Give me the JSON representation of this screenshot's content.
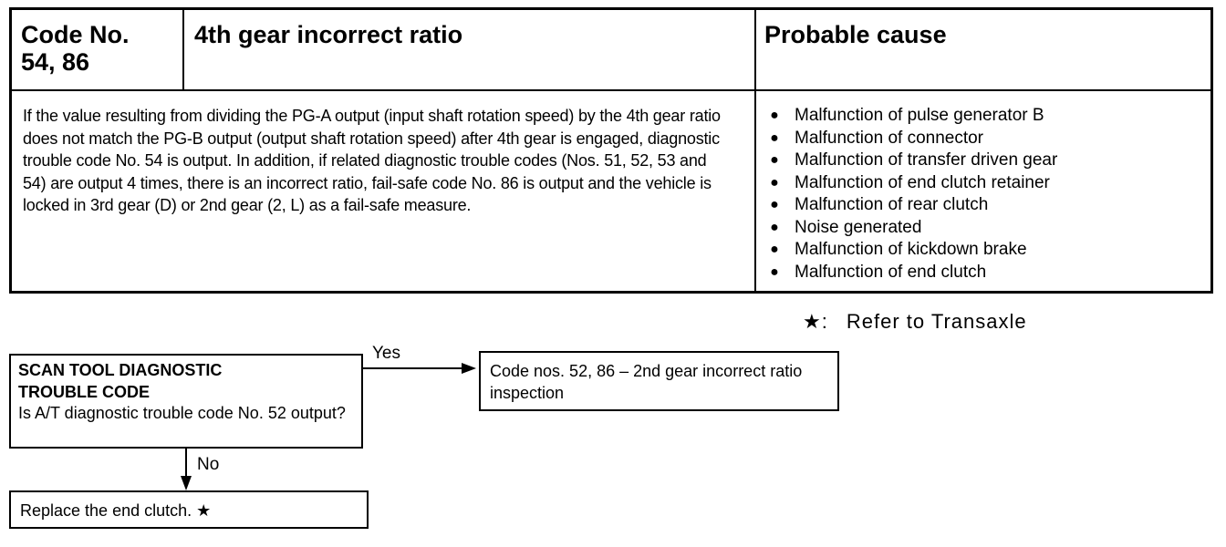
{
  "table": {
    "code_label": "Code No.",
    "code_numbers": "54, 86",
    "title": "4th gear incorrect ratio",
    "probable_cause_header": "Probable cause",
    "description": "If the value resulting from dividing the PG-A output (input shaft rotation speed) by the 4th gear ratio does not match the PG-B output (output shaft rotation speed) after 4th gear is engaged, diagnostic trouble code No. 54 is output.  In addition, if related diagnostic trouble codes (Nos. 51, 52, 53 and 54) are output 4 times, there is an incorrect ratio, fail-safe code No. 86 is output and the vehicle is locked in 3rd gear (D) or 2nd gear (2, L) as a fail-safe measure.",
    "causes": [
      "Malfunction of pulse generator B",
      "Malfunction of connector",
      "Malfunction of transfer driven gear",
      "Malfunction of end clutch retainer",
      "Malfunction of rear clutch",
      "Noise generated",
      "Malfunction of kickdown brake",
      "Malfunction of end clutch"
    ],
    "bullet": "●"
  },
  "note": {
    "star": "★:",
    "text": "Refer to Transaxle"
  },
  "flow": {
    "scan_title_1": "SCAN TOOL DIAGNOSTIC",
    "scan_title_2": "TROUBLE CODE",
    "scan_question": "Is A/T diagnostic trouble code No. 52 output?",
    "yes_label": "Yes",
    "no_label": "No",
    "yes_result": "Code nos. 52, 86 – 2nd gear incorrect ratio    inspection",
    "no_result": "Replace the end clutch. ★"
  }
}
